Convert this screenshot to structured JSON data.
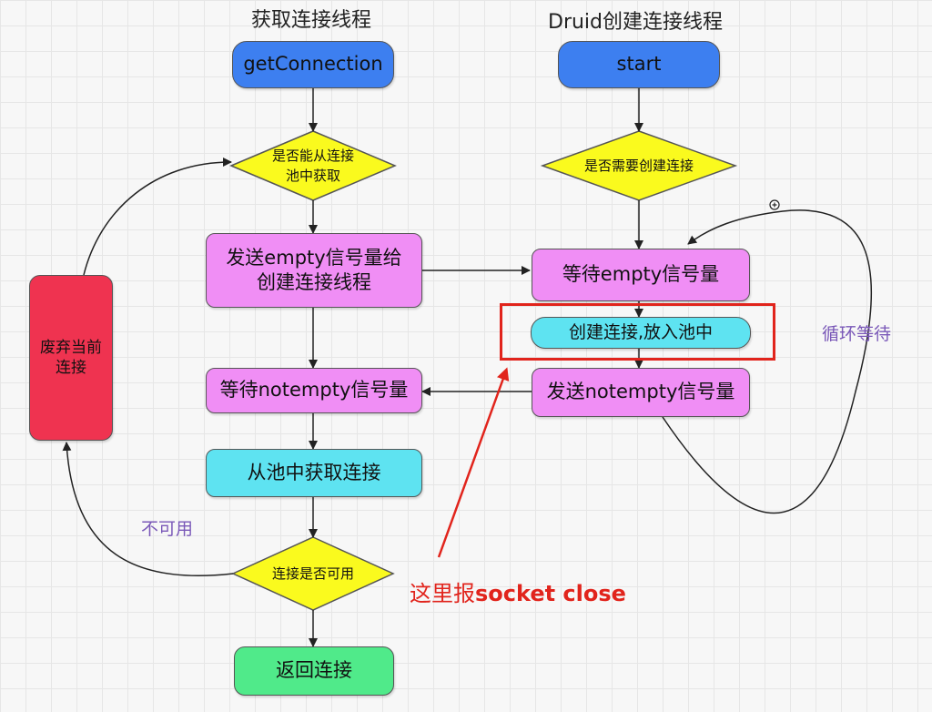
{
  "lanes": {
    "left_title": "获取连接线程",
    "right_title": "Druid创建连接线程"
  },
  "nodes": {
    "get_connection": "getConnection",
    "can_get_from_pool_l1": "是否能从连接",
    "can_get_from_pool_l2": "池中获取",
    "send_empty_l1": "发送empty信号量给",
    "send_empty_l2": "创建连接线程",
    "wait_notempty": "等待notempty信号量",
    "get_from_pool": "从池中获取连接",
    "conn_available": "连接是否可用",
    "return_conn": "返回连接",
    "discard_l1": "废弃当前",
    "discard_l2": "连接",
    "start": "start",
    "need_create": "是否需要创建连接",
    "wait_empty": "等待empty信号量",
    "create_put": "创建连接,放入池中",
    "send_notempty": "发送notempty信号量"
  },
  "labels": {
    "not_available": "不可用",
    "loop_wait": "循环等待"
  },
  "annotation": {
    "prefix": "这里报",
    "emphasis": "socket close"
  },
  "colors": {
    "start": "#3d7ff0",
    "process": "#f08ef5",
    "action": "#5ee3f1",
    "decision": "#fafa1e",
    "success": "#50ea8a",
    "discard": "#ef3350",
    "annotation": "#e1241c",
    "loop_label": "#7a58b8"
  }
}
